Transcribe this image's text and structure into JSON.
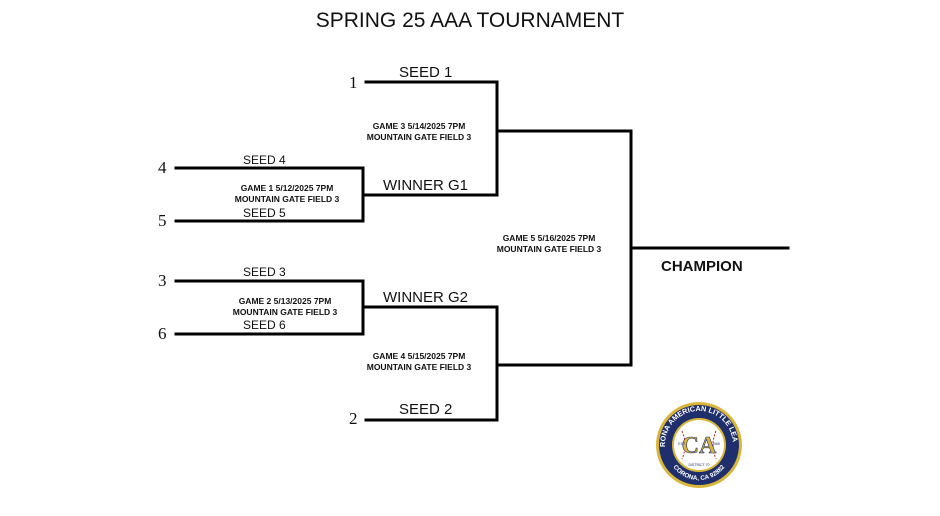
{
  "title": "SPRING 25 AAA TOURNAMENT",
  "seed_numbers": {
    "s1": "1",
    "s4": "4",
    "s5": "5",
    "s3": "3",
    "s6": "6",
    "s2": "2"
  },
  "slots": {
    "seed1": "SEED 1",
    "seed4": "SEED 4",
    "seed5": "SEED 5",
    "seed3": "SEED 3",
    "seed6": "SEED 6",
    "seed2": "SEED 2",
    "winner_g1": "WINNER G1",
    "winner_g2": "WINNER G2",
    "champion": "CHAMPION"
  },
  "games": {
    "g1": {
      "line1": "GAME 1 5/12/2025 7PM",
      "line2": "MOUNTAIN GATE FIELD 3"
    },
    "g2": {
      "line1": "GAME 2 5/13/2025 7PM",
      "line2": "MOUNTAIN GATE FIELD 3"
    },
    "g3": {
      "line1": "GAME 3 5/14/2025 7PM",
      "line2": "MOUNTAIN GATE FIELD 3"
    },
    "g4": {
      "line1": "GAME 4 5/15/2025 7PM",
      "line2": "MOUNTAIN GATE FIELD 3"
    },
    "g5": {
      "line1": "GAME 5 5/16/2025 7PM",
      "line2": "MOUNTAIN GATE FIELD 3"
    }
  },
  "logo": {
    "ring_text": "CORONA AMERICAN LITTLE LEAGUE",
    "bottom_text": "CORONA, CA 92882",
    "monogram": "CA",
    "est": "EST.",
    "year": "1965",
    "district": "DISTRICT 70",
    "colors": {
      "navy": "#1f2f6b",
      "gold": "#d9b63a",
      "red": "#c62828"
    }
  },
  "colors": {
    "line": "#000000",
    "text": "#111111"
  }
}
